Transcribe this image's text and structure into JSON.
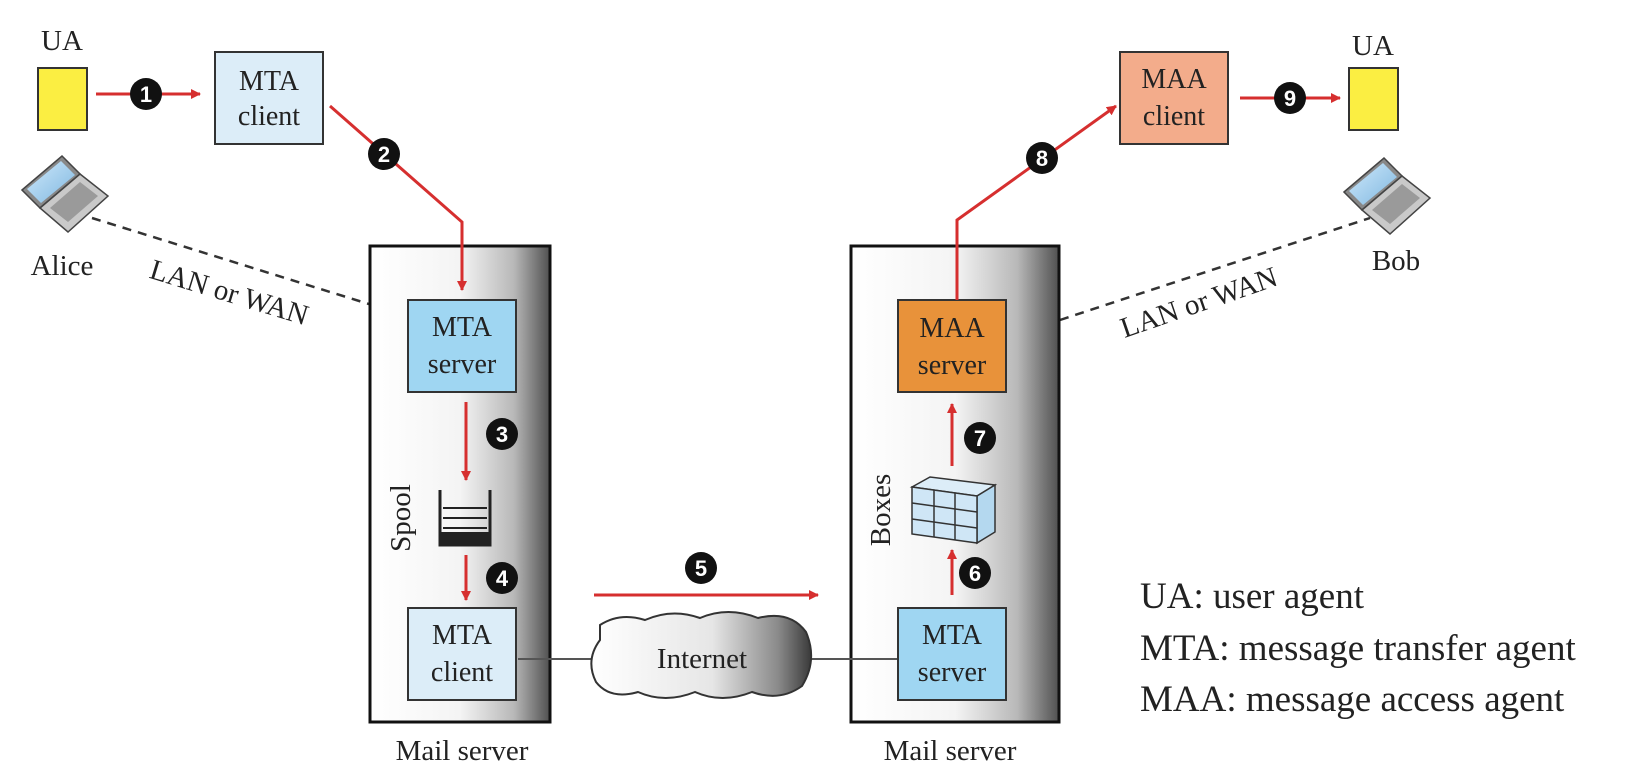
{
  "labels": {
    "ua_left": "UA",
    "ua_right": "UA",
    "alice": "Alice",
    "bob": "Bob",
    "lan_left": "LAN or WAN",
    "lan_right": "LAN or WAN",
    "mail_server_left": "Mail server",
    "mail_server_right": "Mail server",
    "spool": "Spool",
    "boxes": "Boxes",
    "internet": "Internet"
  },
  "boxes": {
    "mta_client_top": [
      "MTA",
      "client"
    ],
    "mta_server_left": [
      "MTA",
      "server"
    ],
    "mta_client_bottom": [
      "MTA",
      "client"
    ],
    "maa_server": [
      "MAA",
      "server"
    ],
    "mta_server_right": [
      "MTA",
      "server"
    ],
    "maa_client": [
      "MAA",
      "client"
    ]
  },
  "steps": [
    "1",
    "2",
    "3",
    "4",
    "5",
    "6",
    "7",
    "8",
    "9"
  ],
  "legend": [
    "UA: user agent",
    "MTA: message transfer agent",
    "MAA: message access agent"
  ],
  "colors": {
    "arrow": "#d62f2f",
    "ua": "#fbee42",
    "light_blue": "#dcedf8",
    "mid_blue": "#9fd6f2",
    "orange": "#e8923a",
    "salmon": "#f3ac8b"
  }
}
